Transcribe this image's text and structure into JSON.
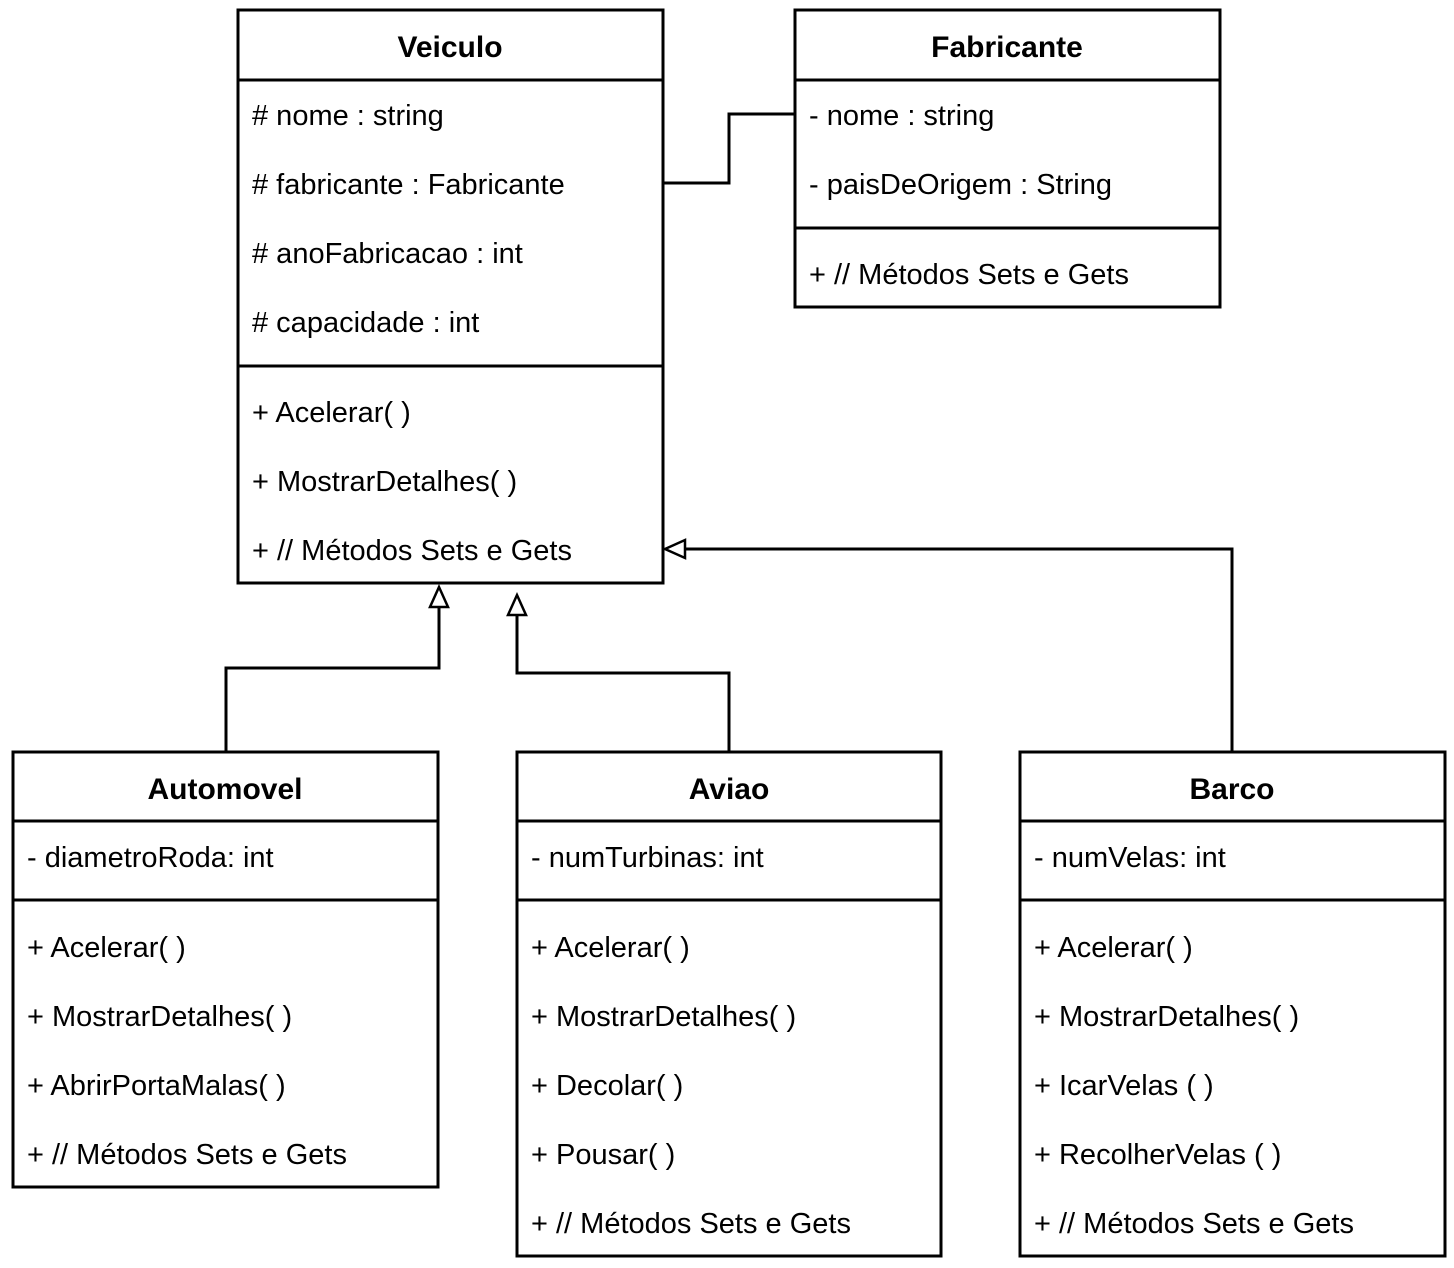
{
  "classes": {
    "veiculo": {
      "name": "Veiculo",
      "attributes": [
        "# nome :  string",
        "# fabricante : Fabricante",
        "# anoFabricacao : int",
        "# capacidade : int"
      ],
      "methods": [
        "+ Acelerar( )",
        "+ MostrarDetalhes( )",
        "+ // Métodos Sets e Gets"
      ]
    },
    "fabricante": {
      "name": "Fabricante",
      "attributes": [
        "- nome : string",
        "- paisDeOrigem : String"
      ],
      "methods": [
        "+ // Métodos Sets e Gets"
      ]
    },
    "automovel": {
      "name": "Automovel",
      "attributes": [
        "- diametroRoda: int"
      ],
      "methods": [
        "+ Acelerar( )",
        "+ MostrarDetalhes( )",
        "+ AbrirPortaMalas( )",
        "+ // Métodos Sets e Gets"
      ]
    },
    "aviao": {
      "name": "Aviao",
      "attributes": [
        "- numTurbinas: int"
      ],
      "methods": [
        "+ Acelerar( )",
        "+ MostrarDetalhes( )",
        "+ Decolar( )",
        "+ Pousar( )",
        "+ // Métodos Sets e Gets"
      ]
    },
    "barco": {
      "name": "Barco",
      "attributes": [
        "- numVelas: int"
      ],
      "methods": [
        "+ Acelerar( )",
        "+ MostrarDetalhes( )",
        "+ IcarVelas ( )",
        "+ RecolherVelas ( )",
        "+ // Métodos Sets e Gets"
      ]
    }
  },
  "relations": [
    {
      "type": "association",
      "from": "veiculo",
      "to": "fabricante"
    },
    {
      "type": "generalization",
      "from": "automovel",
      "to": "veiculo"
    },
    {
      "type": "generalization",
      "from": "aviao",
      "to": "veiculo"
    },
    {
      "type": "generalization",
      "from": "barco",
      "to": "veiculo"
    }
  ]
}
